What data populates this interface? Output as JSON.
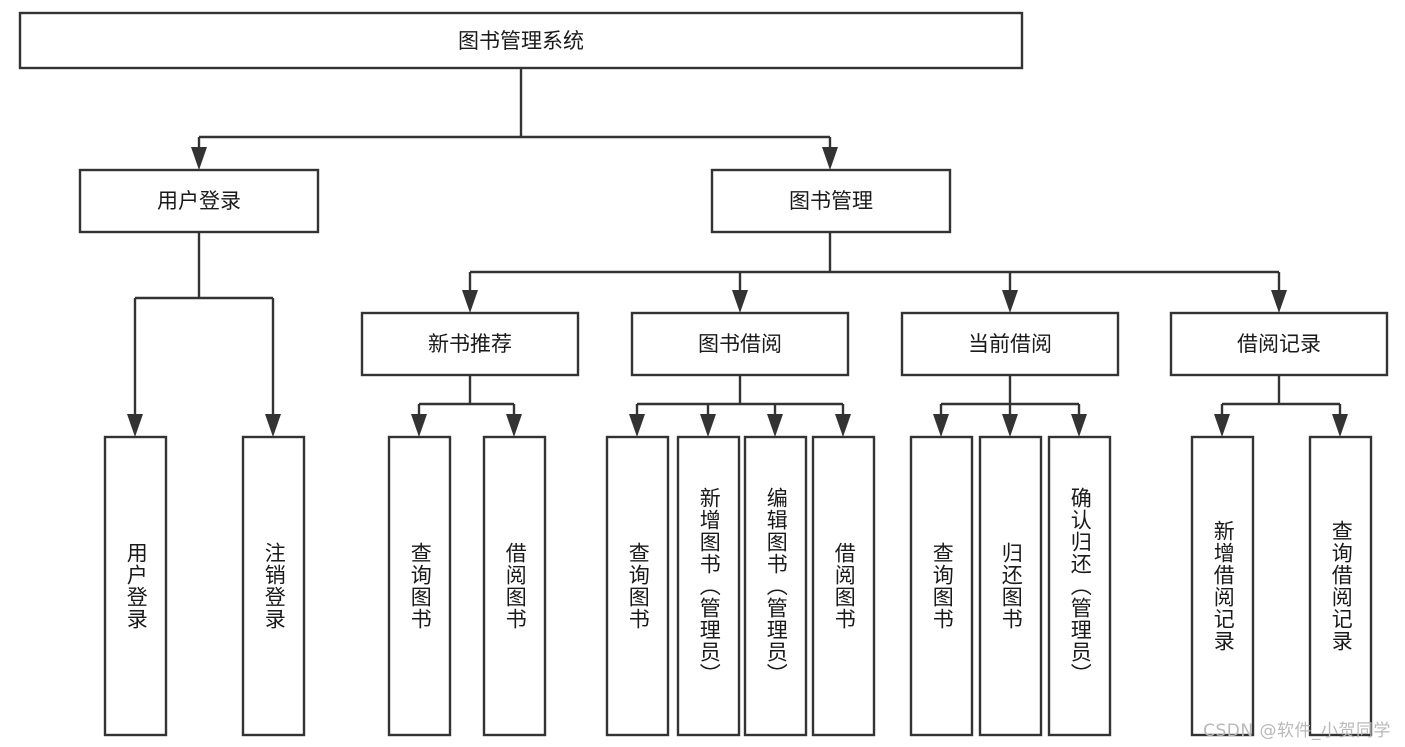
{
  "diagram": {
    "title": "图书管理系统",
    "type": "tree-hierarchy",
    "watermark": "CSDN @软件_小贺同学",
    "colors": {
      "box_stroke": "#333333",
      "box_fill": "#ffffff",
      "text": "#1a1a1a",
      "background": "#ffffff",
      "watermark": "#b9b9b9"
    },
    "root": {
      "label": "图书管理系统"
    },
    "level2": [
      {
        "label": "用户登录"
      },
      {
        "label": "图书管理"
      }
    ],
    "level3": [
      {
        "label": "新书推荐"
      },
      {
        "label": "图书借阅"
      },
      {
        "label": "当前借阅"
      },
      {
        "label": "借阅记录"
      }
    ],
    "leaves": {
      "user_login": [
        {
          "label": "用户登录"
        },
        {
          "label": "注销登录"
        }
      ],
      "new_book": [
        {
          "label": "查询图书"
        },
        {
          "label": "借阅图书"
        }
      ],
      "book_borrow": [
        {
          "label": "查询图书"
        },
        {
          "label": "新增图书（管理员）"
        },
        {
          "label": "编辑图书（管理员）"
        },
        {
          "label": "借阅图书"
        }
      ],
      "current_borrow": [
        {
          "label": "查询图书"
        },
        {
          "label": "归还图书"
        },
        {
          "label": "确认归还（管理员）"
        }
      ],
      "borrow_record": [
        {
          "label": "新增借阅记录"
        },
        {
          "label": "查询借阅记录"
        }
      ]
    }
  }
}
